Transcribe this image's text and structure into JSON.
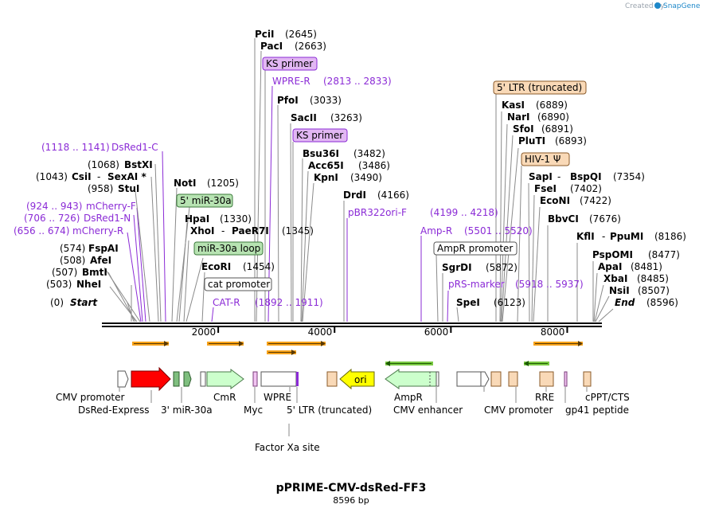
{
  "watermark": "Created by",
  "brand": "SnapGene",
  "title": "pPRIME-CMV-dsRed-FF3",
  "length": "8596 bp",
  "ticks": [
    {
      "pos": 2000,
      "label": "2000"
    },
    {
      "pos": 4000,
      "label": "4000"
    },
    {
      "pos": 6000,
      "label": "6000"
    },
    {
      "pos": 8000,
      "label": "8000"
    }
  ],
  "sites": [
    {
      "name": "PciI",
      "loc": "(2645)"
    },
    {
      "name": "PacI",
      "loc": "(2663)"
    },
    {
      "name": "KS primer",
      "box": "primer"
    },
    {
      "name": "WPRE-R",
      "loc": "(2813 .. 2833)",
      "primer": true
    },
    {
      "name": "PfoI",
      "loc": "(3033)"
    },
    {
      "name": "SacII",
      "loc": "(3263)"
    },
    {
      "name": "KS primer",
      "box": "primer"
    },
    {
      "name": "Bsu36I",
      "loc": "(3482)"
    },
    {
      "name": "Acc65I",
      "loc": "(3486)"
    },
    {
      "name": "KpnI",
      "loc": "(3490)"
    },
    {
      "name": "DrdI",
      "loc": "(4166)"
    },
    {
      "name": "pBR322ori-F",
      "loc": "(4199 .. 4218)",
      "primer": true
    },
    {
      "name": "Amp-R",
      "loc": "(5501 .. 5520)",
      "primer": true
    },
    {
      "name": "AmpR promoter",
      "box": "white"
    },
    {
      "name": "SgrDI",
      "loc": "(5872)"
    },
    {
      "name": "pRS-marker",
      "loc": "(5918 .. 5937)",
      "primer": true
    },
    {
      "name": "SpeI",
      "loc": "(6123)"
    },
    {
      "name": "5' LTR (truncated)",
      "box": "peach"
    },
    {
      "name": "KasI",
      "loc": "(6889)"
    },
    {
      "name": "NarI",
      "loc": "(6890)"
    },
    {
      "name": "SfoI",
      "loc": "(6891)"
    },
    {
      "name": "PluTI",
      "loc": "(6893)"
    },
    {
      "name": "HIV-1 Ψ",
      "box": "peach"
    },
    {
      "name": "SapI",
      "name2": "BspQI",
      "loc": "(7354)"
    },
    {
      "name": "FseI",
      "loc": "(7402)"
    },
    {
      "name": "EcoNI",
      "loc": "(7422)"
    },
    {
      "name": "BbvCI",
      "loc": "(7676)"
    },
    {
      "name": "KflI",
      "name2": "PpuMI",
      "loc": "(8186)"
    },
    {
      "name": "PspOMI",
      "loc": "(8477)"
    },
    {
      "name": "ApaI",
      "loc": "(8481)"
    },
    {
      "name": "XbaI",
      "loc": "(8485)"
    },
    {
      "name": "NsiI",
      "loc": "(8507)"
    },
    {
      "name": "End",
      "loc": "(8596)"
    },
    {
      "name": "DsRed1-C",
      "loc": "(1118 .. 1141)",
      "primer": true
    },
    {
      "name": "BstXI",
      "loc": "(1068)"
    },
    {
      "name": "CsiI",
      "name2": "SexAI *",
      "loc": "(1043)"
    },
    {
      "name": "StuI",
      "loc": "(958)"
    },
    {
      "name": "mCherry-F",
      "loc": "(924 .. 943)",
      "primer": true
    },
    {
      "name": "DsRed1-N",
      "loc": "(706 .. 726)",
      "primer": true
    },
    {
      "name": "mCherry-R",
      "loc": "(656 .. 674)",
      "primer": true
    },
    {
      "name": "FspAI",
      "loc": "(574)"
    },
    {
      "name": "AfeI",
      "loc": "(508)"
    },
    {
      "name": "BmtI",
      "loc": "(507)"
    },
    {
      "name": "NheI",
      "loc": "(503)"
    },
    {
      "name": "Start",
      "loc": "(0)"
    },
    {
      "name": "NotI",
      "loc": "(1205)"
    },
    {
      "name": "5' miR-30a",
      "box": "green"
    },
    {
      "name": "HpaI",
      "loc": "(1330)"
    },
    {
      "name": "XhoI",
      "name2": "PaeR7I",
      "loc": "(1345)"
    },
    {
      "name": "miR-30a loop",
      "box": "green"
    },
    {
      "name": "EcoRI",
      "loc": "(1454)"
    },
    {
      "name": "cat promoter",
      "box": "white"
    },
    {
      "name": "CAT-R",
      "loc": "(1892 .. 1911)",
      "primer": true
    }
  ],
  "features": [
    {
      "name": "CMV promoter"
    },
    {
      "name": "DsRed-Express"
    },
    {
      "name": "3' miR-30a"
    },
    {
      "name": "CmR"
    },
    {
      "name": "Myc"
    },
    {
      "name": "WPRE"
    },
    {
      "name": "5' LTR (truncated)"
    },
    {
      "name": "Factor Xa site"
    },
    {
      "name": "ori"
    },
    {
      "name": "AmpR"
    },
    {
      "name": "CMV enhancer"
    },
    {
      "name": "CMV promoter"
    },
    {
      "name": "RRE"
    },
    {
      "name": "gp41 peptide"
    },
    {
      "name": "cPPT/CTS"
    }
  ],
  "colors": {
    "primer": "#8b2bd6",
    "primer_box": "#e2b7f3",
    "green_box": "#b7e3b2",
    "peach_box": "#f9d9b7",
    "dsred": "#ff0000",
    "ori": "#ffff00",
    "resistance": "#ccffcc",
    "orf_arrow": "#f7a21a"
  }
}
